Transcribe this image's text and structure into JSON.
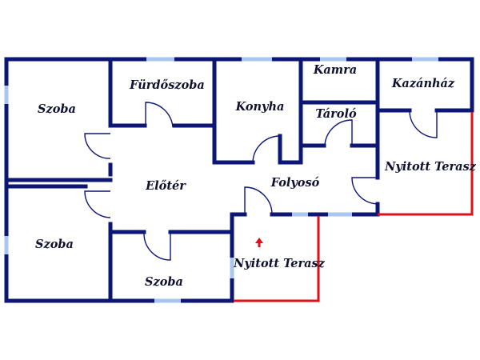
{
  "plan": {
    "colors": {
      "wall": "#0c1675",
      "window": "#a9c6ee",
      "open_edge": "#e0101a",
      "entrance_arrow": "#e0101a",
      "label": "#0d1030",
      "background": "#ffffff"
    },
    "rooms": {
      "szoba_top_left": "Szoba",
      "furdoszoba": "Fürdőszoba",
      "konyha": "Konyha",
      "kamra": "Kamra",
      "kazanhaz": "Kazánház",
      "tarolo": "Tároló",
      "nyitott_terasz_right": "Nyitott Terasz",
      "eloter": "Előtér",
      "folyoso": "Folyosó",
      "szoba_bottom_left": "Szoba",
      "nyitott_terasz_bottom": "Nyitott Terasz",
      "szoba_bottom_middle": "Szoba"
    },
    "entrance_icon": "up-arrow-icon"
  }
}
